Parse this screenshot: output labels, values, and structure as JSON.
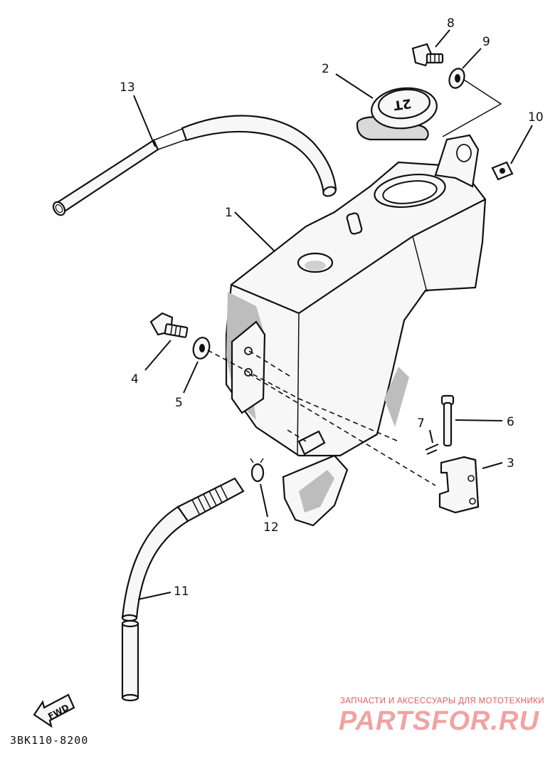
{
  "diagram": {
    "parts": [
      {
        "number": "1",
        "part": "tank"
      },
      {
        "number": "2",
        "part": "cap"
      },
      {
        "number": "3",
        "part": "bracket"
      },
      {
        "number": "4",
        "part": "bolt"
      },
      {
        "number": "5",
        "part": "washer"
      },
      {
        "number": "6",
        "part": "pin"
      },
      {
        "number": "7",
        "part": "clip"
      },
      {
        "number": "8",
        "part": "wing-bolt"
      },
      {
        "number": "9",
        "part": "washer"
      },
      {
        "number": "10",
        "part": "nut"
      },
      {
        "number": "11",
        "part": "hose"
      },
      {
        "number": "12",
        "part": "clamp"
      },
      {
        "number": "13",
        "part": "breather-hose"
      }
    ],
    "cap_marking": "2T",
    "fwd_marking": "FWD",
    "code": "3BK110-8200"
  },
  "watermark": {
    "tagline": "ЗАПЧАСТИ И АКСЕССУАРЫ ДЛЯ МОТОТЕХНИКИ",
    "brand": "PARTSFOR.RU"
  }
}
